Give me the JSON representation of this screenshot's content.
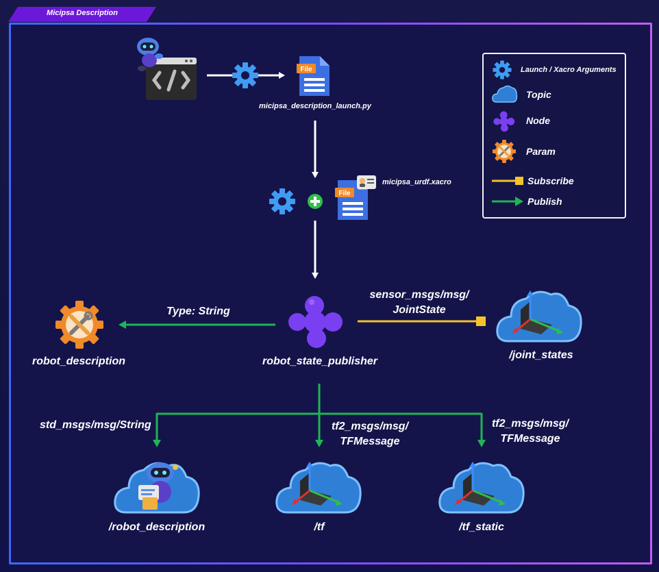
{
  "title_tab": "Micipsa Description",
  "files": {
    "launch_file": "micipsa_description_launch.py",
    "urdf_file": "micipsa_urdf.xacro",
    "file_badge": "File"
  },
  "legend": {
    "launch_args": "Launch / Xacro Arguments",
    "topic": "Topic",
    "node": "Node",
    "param": "Param",
    "subscribe": "Subscribe",
    "publish": "Publish"
  },
  "node": {
    "name": "robot_state_publisher"
  },
  "param": {
    "name": "robot_description",
    "edge_label": "Type: String"
  },
  "subscriptions": [
    {
      "topic": "/joint_states",
      "msg_line1": "sensor_msgs/msg/",
      "msg_line2": "JointState"
    }
  ],
  "publications": [
    {
      "topic": "/robot_description",
      "msg_line1": "std_msgs/msg/String"
    },
    {
      "topic": "/tf",
      "msg_line1": "tf2_msgs/msg/",
      "msg_line2": "TFMessage"
    },
    {
      "topic": "/tf_static",
      "msg_line1": "tf2_msgs/msg/",
      "msg_line2": "TFMessage"
    }
  ],
  "colors": {
    "publish": "#1fb554",
    "subscribe": "#f5c22a",
    "node": "#7b3ff2",
    "topic_cloud": "#2f7fd6",
    "param": "#f08a2a",
    "gear": "#3f9cf2",
    "frame_left": "#3f68ff",
    "frame_right": "#c45cf2",
    "tab": "#6c18d8"
  },
  "icons": [
    "robot-icon",
    "code-window-icon",
    "gear-icon",
    "file-icon",
    "plus-icon",
    "node-blob-icon",
    "param-tools-icon",
    "topic-cloud-icon",
    "axes-icon"
  ]
}
